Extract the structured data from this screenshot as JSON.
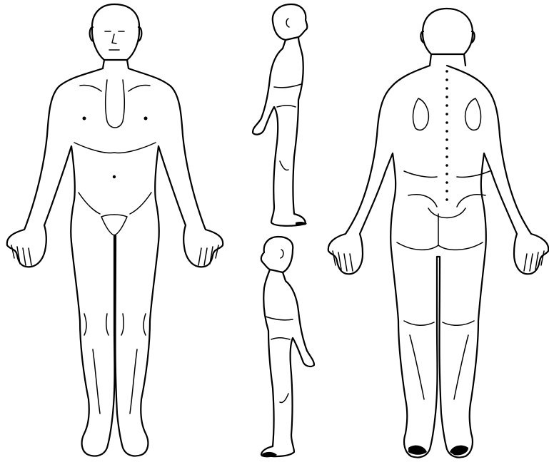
{
  "figures": [
    {
      "view": "front"
    },
    {
      "view": "right-side"
    },
    {
      "view": "left-side"
    },
    {
      "view": "back"
    }
  ],
  "colors": {
    "line": "#000000",
    "background": "#ffffff"
  }
}
